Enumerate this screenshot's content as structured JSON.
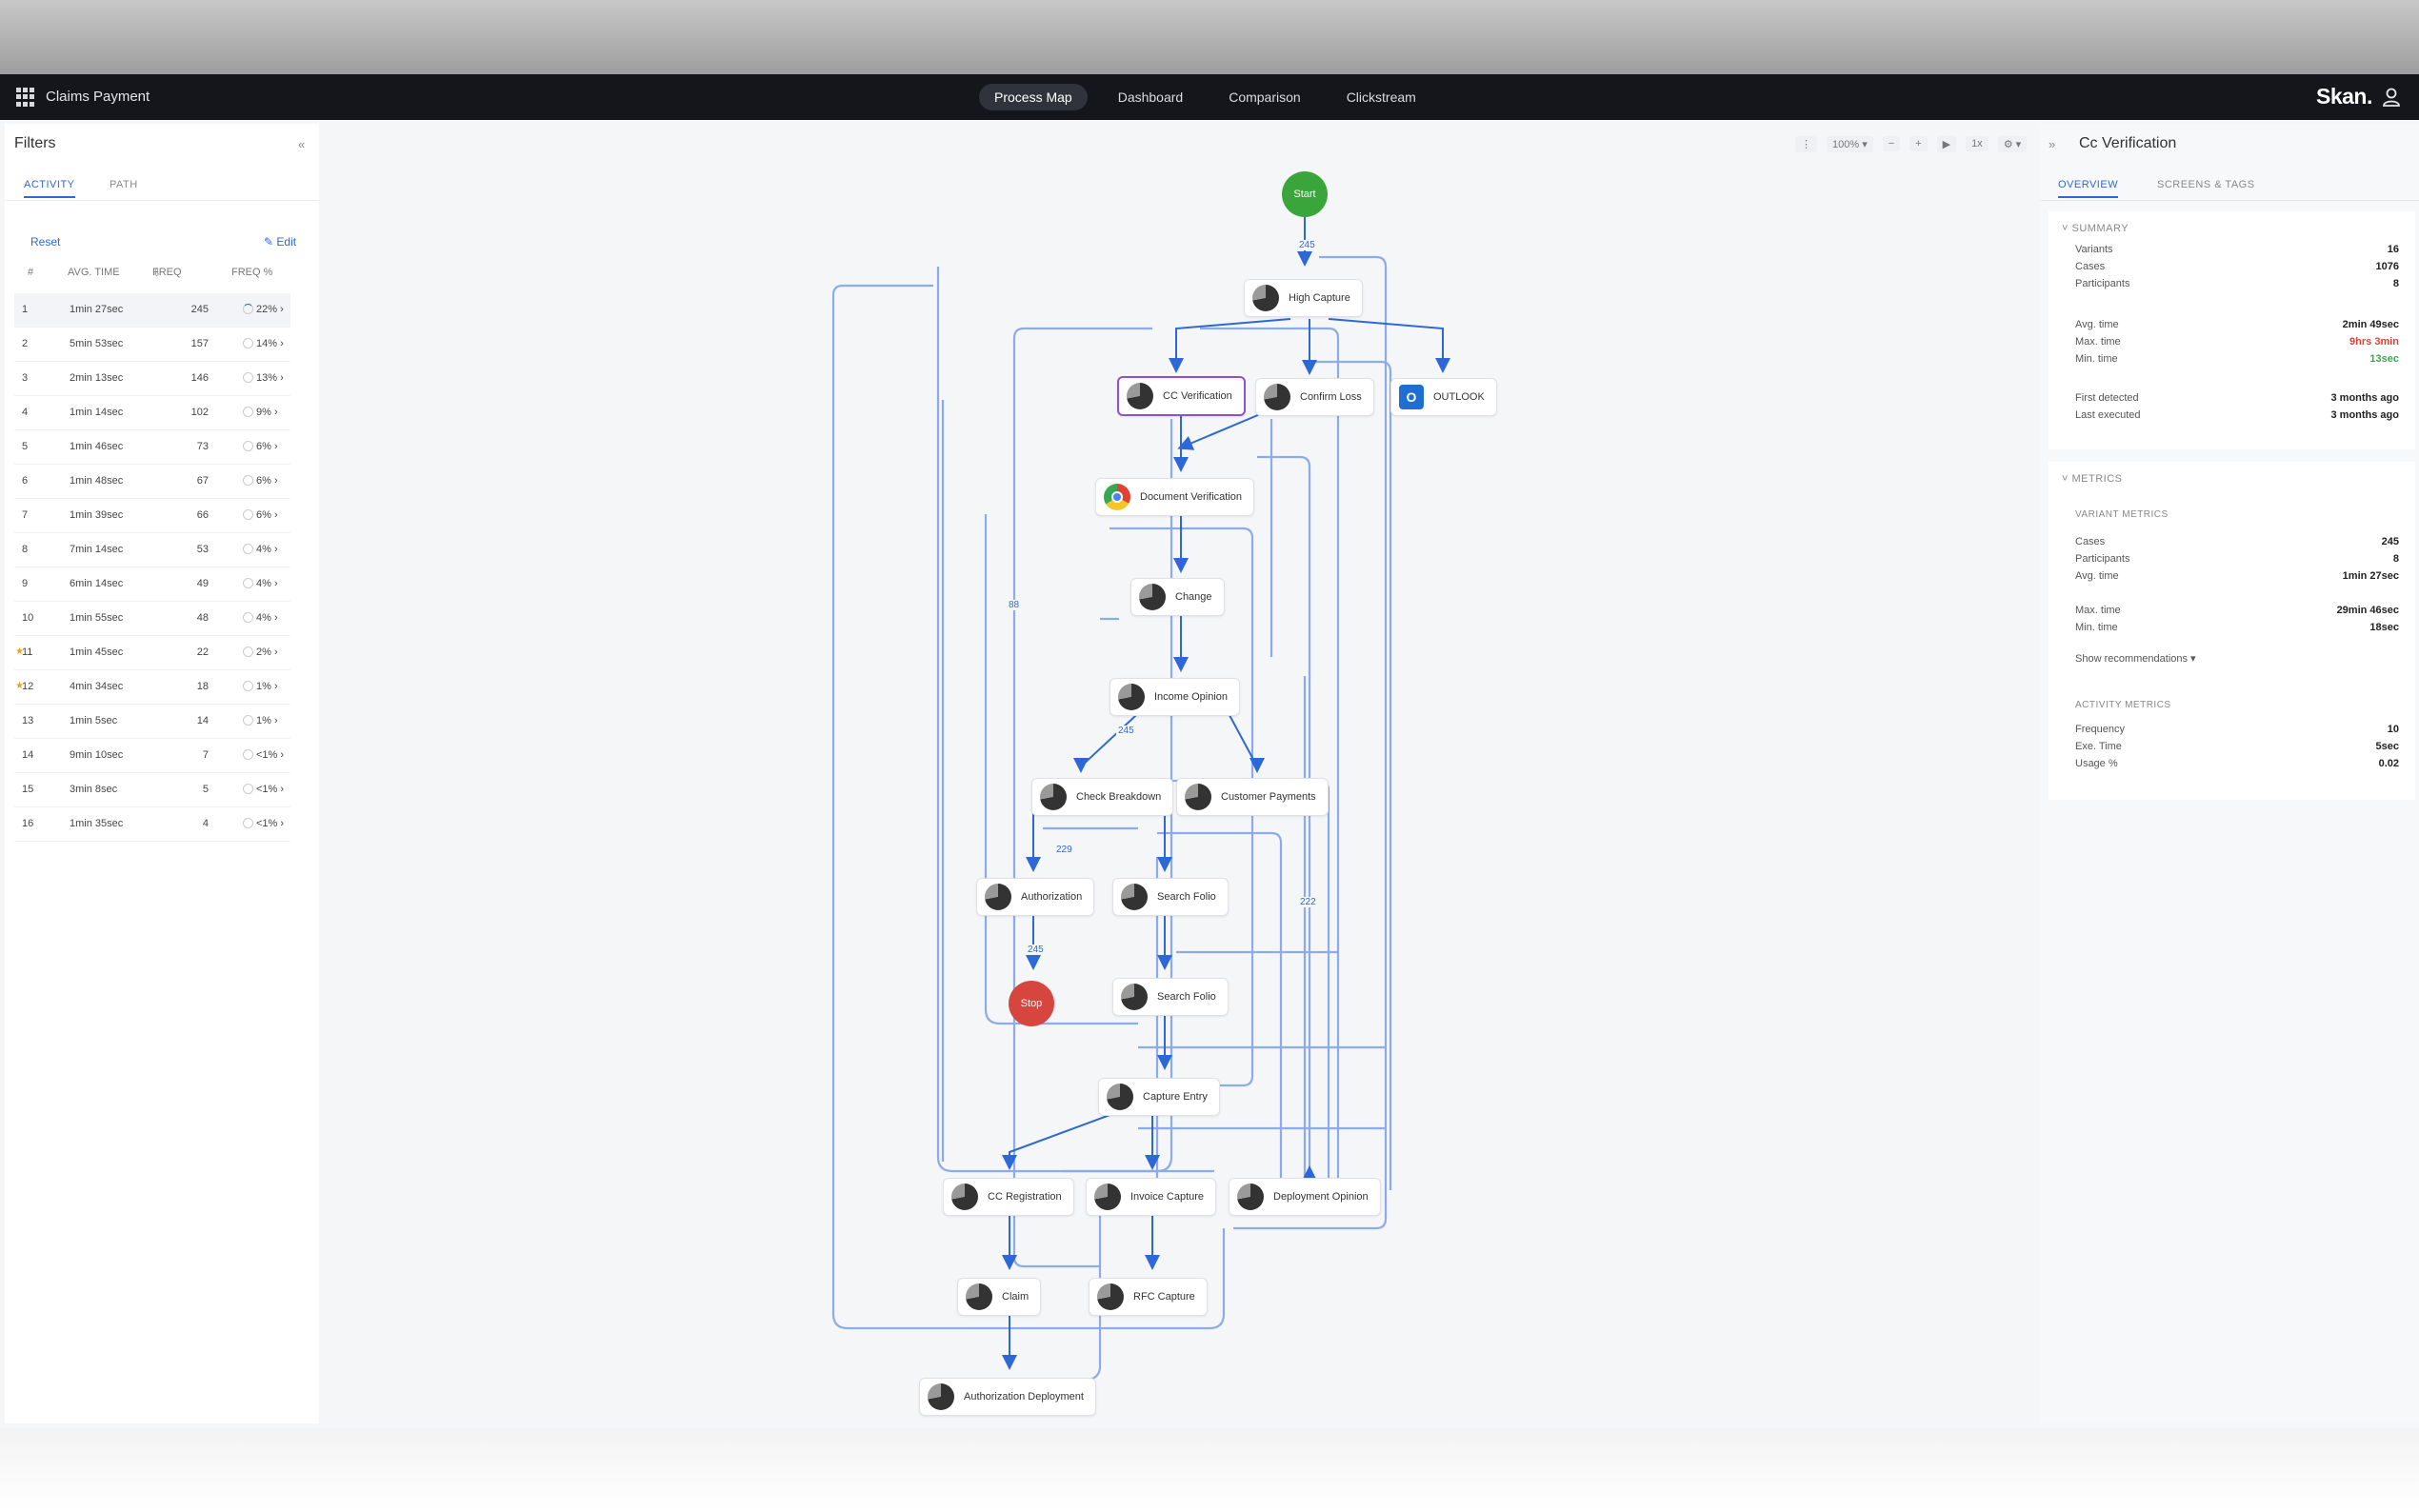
{
  "app": {
    "title": "Claims Payment",
    "brand": "Skan."
  },
  "nav": {
    "tabs": [
      "Process Map",
      "Dashboard",
      "Comparison",
      "Clickstream"
    ]
  },
  "left": {
    "title": "Filters",
    "tabs": [
      "ACTIVITY",
      "PATH"
    ],
    "reset": "Reset",
    "edit": "Edit",
    "headers": [
      "#",
      "AVG. TIME",
      "FREQ",
      "FREQ %"
    ],
    "rows": [
      {
        "idx": "1",
        "time": "1min 27sec",
        "freq": "245",
        "pct": "22% ›"
      },
      {
        "idx": "2",
        "time": "5min 53sec",
        "freq": "157",
        "pct": "14% ›"
      },
      {
        "idx": "3",
        "time": "2min 13sec",
        "freq": "146",
        "pct": "13% ›"
      },
      {
        "idx": "4",
        "time": "1min 14sec",
        "freq": "102",
        "pct": "9% ›"
      },
      {
        "idx": "5",
        "time": "1min 46sec",
        "freq": "73",
        "pct": "6% ›"
      },
      {
        "idx": "6",
        "time": "1min 48sec",
        "freq": "67",
        "pct": "6% ›"
      },
      {
        "idx": "7",
        "time": "1min 39sec",
        "freq": "66",
        "pct": "6% ›"
      },
      {
        "idx": "8",
        "time": "7min 14sec",
        "freq": "53",
        "pct": "4% ›"
      },
      {
        "idx": "9",
        "time": "6min 14sec",
        "freq": "49",
        "pct": "4% ›"
      },
      {
        "idx": "10",
        "time": "1min 55sec",
        "freq": "48",
        "pct": "4% ›"
      },
      {
        "idx": "11",
        "time": "1min 45sec",
        "freq": "22",
        "pct": "2% ›"
      },
      {
        "idx": "12",
        "time": "4min 34sec",
        "freq": "18",
        "pct": "1% ›"
      },
      {
        "idx": "13",
        "time": "1min 5sec",
        "freq": "14",
        "pct": "1% ›"
      },
      {
        "idx": "14",
        "time": "9min 10sec",
        "freq": "7",
        "pct": "<1% ›"
      },
      {
        "idx": "15",
        "time": "3min 8sec",
        "freq": "5",
        "pct": "<1% ›"
      },
      {
        "idx": "16",
        "time": "1min 35sec",
        "freq": "4",
        "pct": "<1% ›"
      }
    ]
  },
  "toolbar": {
    "zoom": "100% ▾",
    "minus": "−",
    "plus": "+",
    "play": "▶",
    "speed": "1x",
    "settings": "⚙ ▾"
  },
  "map": {
    "start": "Start",
    "stop": "Stop",
    "nodes": {
      "high_capture": "High Capture",
      "cc_verification": "CC Verification",
      "confirm_loss": "Confirm Loss",
      "outlook": "OUTLOOK",
      "document_verification": "Document Verification",
      "change": "Change",
      "income_opinion": "Income Opinion",
      "check_breakdown": "Check Breakdown",
      "customer_payments": "Customer Payments",
      "authorization": "Authorization",
      "search_folio_1": "Search Folio",
      "search_folio_2": "Search Folio",
      "capture_entry": "Capture Entry",
      "cc_registration": "CC Registration",
      "invoice_capture": "Invoice Capture",
      "deployment_opinion": "Deployment Opinion",
      "claim": "Claim",
      "rfc_capture": "RFC Capture",
      "authorization_deployment": "Authorization Deployment"
    },
    "edge_labels": {
      "e1": "245",
      "e2": "245",
      "e3": "229",
      "e4": "222",
      "e5": "245",
      "e6": "88"
    }
  },
  "right": {
    "title": "Cc Verification",
    "tabs": [
      "OVERVIEW",
      "SCREENS & TAGS"
    ],
    "summary": {
      "head": "SUMMARY",
      "group1": [
        {
          "k": "Variants",
          "v": "16"
        },
        {
          "k": "Cases",
          "v": "1076"
        },
        {
          "k": "Participants",
          "v": "8"
        }
      ],
      "group2": [
        {
          "k": "Avg. time",
          "v": "2min 49sec"
        },
        {
          "k": "Max. time",
          "v": "9hrs 3min"
        },
        {
          "k": "Min. time",
          "v": "13sec"
        }
      ],
      "group3": [
        {
          "k": "First detected",
          "v": "3 months ago"
        },
        {
          "k": "Last executed",
          "v": "3 months ago"
        }
      ]
    },
    "metrics": {
      "head": "METRICS",
      "variant_head": "VARIANT METRICS",
      "variant1": [
        {
          "k": "Cases",
          "v": "245"
        },
        {
          "k": "Participants",
          "v": "8"
        },
        {
          "k": "Avg. time",
          "v": "1min 27sec"
        }
      ],
      "variant2": [
        {
          "k": "Max. time",
          "v": "29min 46sec"
        },
        {
          "k": "Min. time",
          "v": "18sec"
        }
      ],
      "recommend": "Show recommendations ▾",
      "activity_head": "ACTIVITY METRICS",
      "activity": [
        {
          "k": "Frequency",
          "v": "10"
        },
        {
          "k": "Exe. Time",
          "v": "5sec"
        },
        {
          "k": "Usage %",
          "v": "0.02"
        }
      ]
    }
  },
  "colors": {
    "accent": "#2e68d6",
    "start": "#3aa53a",
    "stop": "#d6463f",
    "selected_node": "#8b52d8",
    "topbar": "#14161c"
  }
}
